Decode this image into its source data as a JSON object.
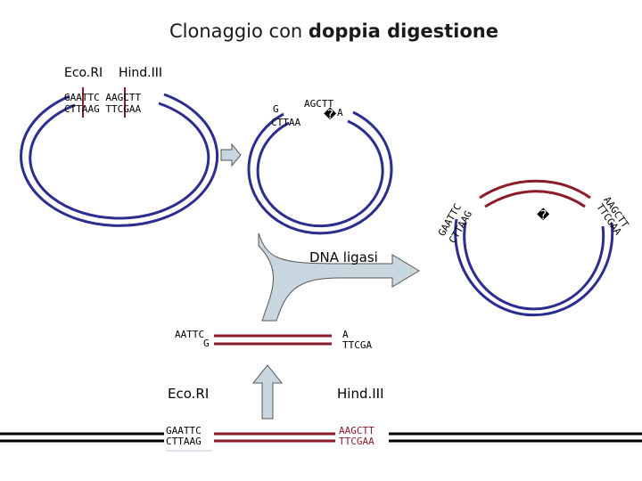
{
  "title": {
    "prefix": "Clonaggio con ",
    "bold": "doppia digestione"
  },
  "enzymes_top": {
    "ecori": "Eco.RI",
    "hindiii": "Hind.III"
  },
  "plasmid_left": {
    "line1": "GAATTC AAGCTT",
    "line2": "CTTAAG TTCGAA"
  },
  "plasmid_cut": {
    "left_top": "G",
    "left_bottom": "CTTAA",
    "right_top": "AGCTT",
    "right_bottom": "A",
    "gap_glyph": "�"
  },
  "ligase_label": "DNA ligasi",
  "insert_fragment": {
    "left_top": "AATTC",
    "left_bottom": "G",
    "right_top": "A",
    "right_bottom": "TTCGA"
  },
  "enzymes_bottom": {
    "ecori": "Eco.RI",
    "hindiii": "Hind.III"
  },
  "bottom_dna": {
    "left_top": "GAATTC",
    "left_bottom": "CTTAAG",
    "right_top": "AAGCTT",
    "right_bottom": "TTCGAA"
  },
  "recombinant": {
    "left_label_1": "GAATTC",
    "left_label_2": "CTTAAG",
    "right_label_1": "AAGCTT",
    "right_label_2": "TTCGAA",
    "gap_glyph": "�"
  },
  "colors": {
    "backbone": "#2b2d8f",
    "insert": "#8b1a2a",
    "arrow_fill": "#c8d6e0"
  }
}
